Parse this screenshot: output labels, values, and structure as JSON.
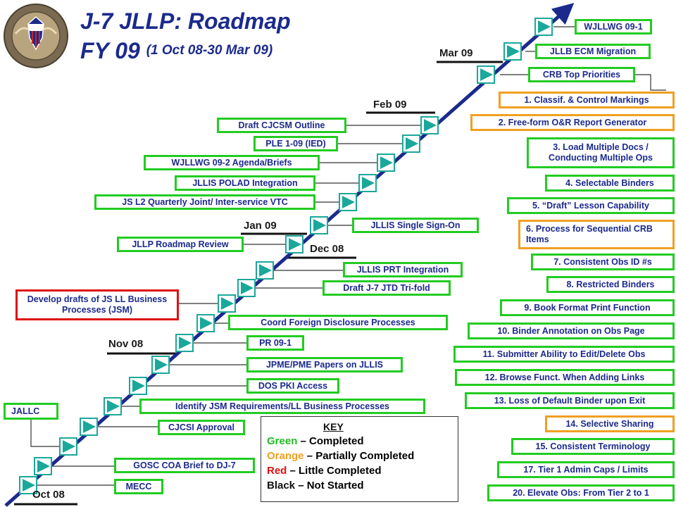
{
  "title": {
    "line1": "J-7 JLLP: Roadmap",
    "line2": "FY 09",
    "subtitle": "(1 Oct 08-30 Mar 09)"
  },
  "months": [
    "Oct 08",
    "Nov 08",
    "Dec 08",
    "Jan 09",
    "Feb 09",
    "Mar 09"
  ],
  "left_items": [
    "JALLC",
    "MECC",
    "GOSC COA Brief to DJ-7",
    "CJCSI Approval",
    "Identify JSM Requirements/LL Business Processes",
    "DOS PKI Access",
    "JPME/PME  Papers on JLLIS",
    "PR 09-1",
    "Coord Foreign Disclosure Processes",
    "Develop drafts of JS LL Business Processes (JSM)",
    "Draft J-7 JTD Tri-fold",
    "JLLIS PRT Integration",
    "JLLP Roadmap Review",
    "JLLIS Single Sign-On",
    "JS L2 Quarterly Joint/ Inter-service VTC",
    "JLLIS POLAD Integration",
    "WJLLWG 09-2 Agenda/Briefs",
    "PLE 1-09 (IED)",
    "Draft CJCSM Outline",
    "CRB Top Priorities",
    "JLLB ECM Migration",
    "WJLLWG 09-1"
  ],
  "priorities": [
    "1. Classif. & Control Markings",
    "2. Free-form O&R Report Generator",
    "3. Load Multiple Docs / Conducting Multiple Ops",
    "4. Selectable Binders",
    "5. “Draft” Lesson Capability",
    "6. Process for Sequential CRB Items",
    "7. Consistent Obs ID #s",
    "8. Restricted Binders",
    "9. Book Format Print Function",
    "10. Binder Annotation on Obs Page",
    "11. Submitter Ability to Edit/Delete Obs",
    "12. Browse Funct. When Adding Links",
    "13. Loss of Default Binder upon Exit",
    "14. Selective Sharing",
    "15. Consistent Terminology",
    "17. Tier 1 Admin Caps / Limits",
    "20. Elevate Obs: From Tier 2 to 1"
  ],
  "key": {
    "title": "KEY",
    "rows": [
      {
        "color": "Green",
        "text": " – Completed",
        "hex": "#22bb22"
      },
      {
        "color": "Orange",
        "text": " – Partially Completed",
        "hex": "#f0a020"
      },
      {
        "color": "Red",
        "text": " – Little Completed",
        "hex": "#dd1111"
      },
      {
        "color": "Black",
        "text": " – Not Started",
        "hex": "#111111"
      }
    ]
  },
  "colors": {
    "completed": "#22cc22",
    "partial": "#f0a020",
    "little": "#dd1111",
    "navy": "#1b2a8c",
    "milestone": "#1aa89a"
  },
  "seal": {
    "icon": "joint-chiefs-seal-icon"
  }
}
